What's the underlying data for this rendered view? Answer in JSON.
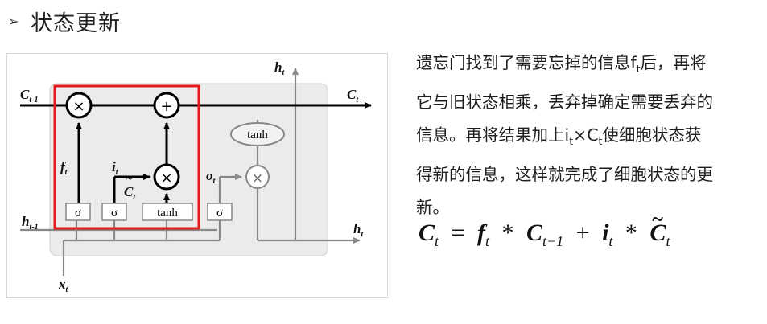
{
  "heading": {
    "bullet": "➢",
    "title": "状态更新"
  },
  "diagram": {
    "label_c_prev": {
      "main": "C",
      "sub": "t-1"
    },
    "label_c_out": {
      "main": "C",
      "sub": "t"
    },
    "label_h_top": {
      "main": "h",
      "sub": "t"
    },
    "label_h_prev": {
      "main": "h",
      "sub": "t-1"
    },
    "label_h_right": {
      "main": "h",
      "sub": "t"
    },
    "label_x": {
      "main": "x",
      "sub": "t"
    },
    "label_f": {
      "main": "f",
      "sub": "t"
    },
    "label_i": {
      "main": "i",
      "sub": "t"
    },
    "label_o": {
      "main": "o",
      "sub": "t"
    },
    "label_ctilde": {
      "tilde": "~",
      "main": "C",
      "sub": "t"
    },
    "mult_symbol": "×",
    "add_symbol": "+",
    "sigma": "σ",
    "tanh": "tanh",
    "colors": {
      "highlight": "#e3191c",
      "cell_bg": "#ebebeb",
      "gray_line": "#888888",
      "black_line": "#000000"
    }
  },
  "description": {
    "line1_a": "遗忘门找到了需要忘掉的信息f",
    "line1_sub": "t",
    "line1_b": "后，再将",
    "line2": "它与旧状态相乘，丢弃掉确定需要丢弃的",
    "line3_a": "信息。再将结果加上i",
    "line3_sub1": "t",
    "line3_b": "×C",
    "line3_sub2": "t",
    "line3_c": "使细胞状态获",
    "line4": "得新的信息，这样就完成了细胞状态的更",
    "line5": "新。"
  },
  "formula": {
    "lhs": "C",
    "lhs_sub": "t",
    "eq": "=",
    "f": "f",
    "f_sub": "t",
    "star": "*",
    "c": "C",
    "c_sub": "t−1",
    "plus": "+",
    "i": "i",
    "i_sub": "t",
    "star2": "*",
    "ct_tilde": "~",
    "ct": "C",
    "ct_sub": "t"
  }
}
